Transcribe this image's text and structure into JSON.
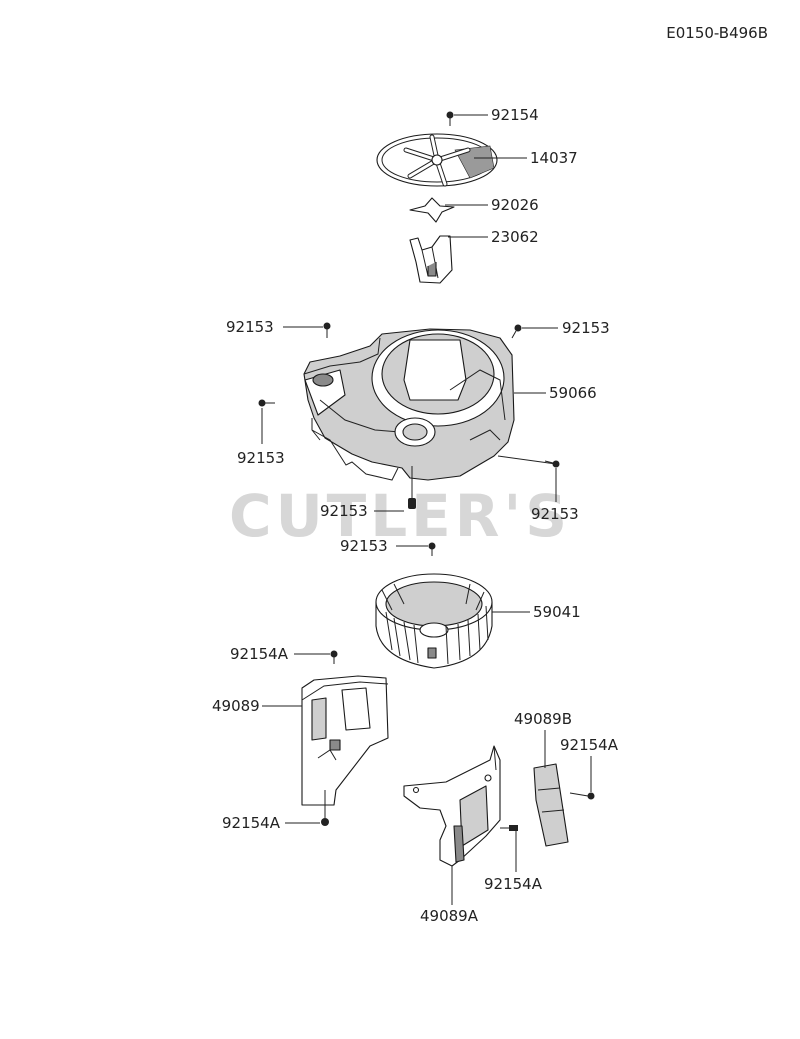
{
  "diagram_code": "E0150-B496B",
  "watermark": "CUTLER'S",
  "labels": {
    "l92154_top": "92154",
    "l14037": "14037",
    "l92026": "92026",
    "l23062": "23062",
    "l92153_a": "92153",
    "l92153_b": "92153",
    "l59066": "59066",
    "l92153_c": "92153",
    "l92153_d": "92153",
    "l92153_e": "92153",
    "l92153_f": "92153",
    "l59041": "59041",
    "l92154A_a": "92154A",
    "l49089": "49089",
    "l92154A_b": "92154A",
    "l49089B": "49089B",
    "l92154A_c": "92154A",
    "l92154A_d": "92154A",
    "l49089A": "49089A"
  }
}
